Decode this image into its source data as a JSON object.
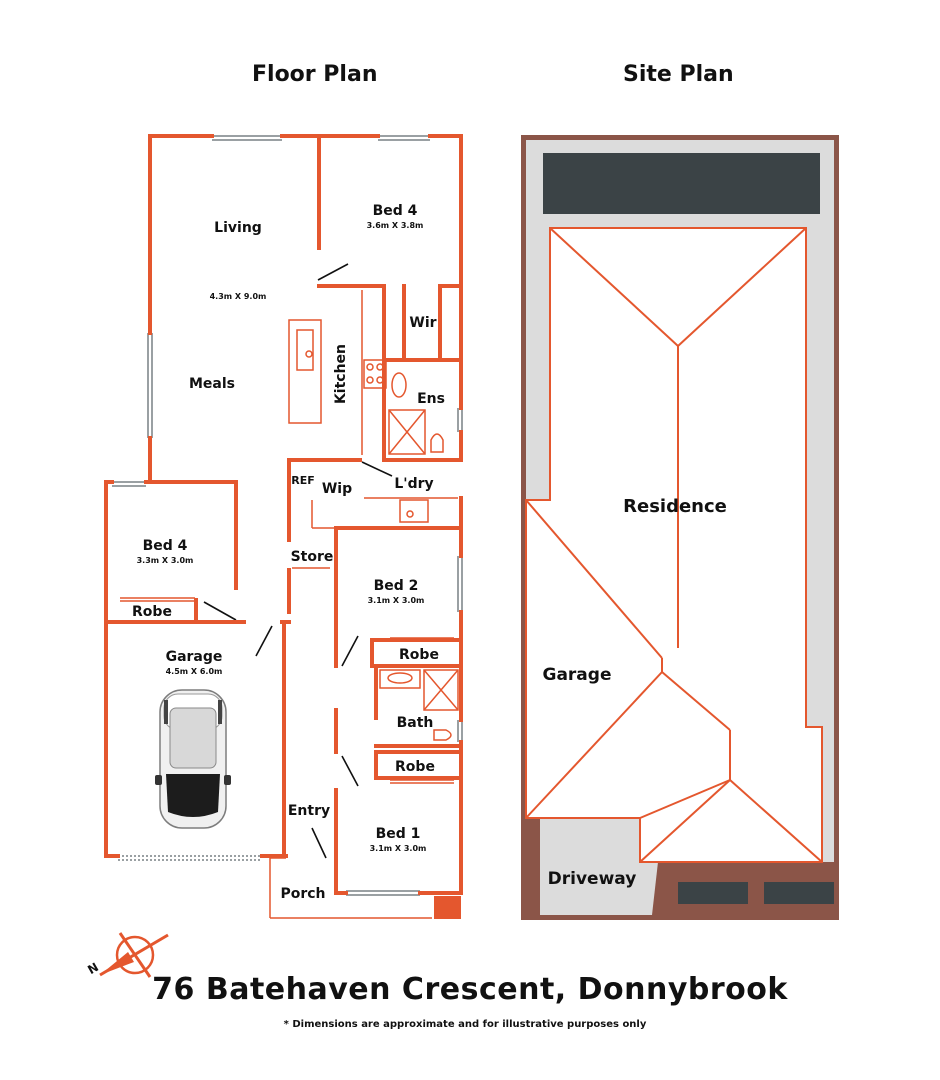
{
  "headings": {
    "floor_plan": "Floor Plan",
    "site_plan": "Site Plan"
  },
  "address": "76 Batehaven Crescent, Donnybrook",
  "disclaimer": "* Dimensions are approximate and for illustrative purposes only",
  "compass": {
    "letter": "N"
  },
  "colors": {
    "wall": "#e4572e",
    "boundary": "#8b5548",
    "roof_panel": "#3b4346",
    "garden": "#dcdcdc",
    "window": "#9aa0a3"
  },
  "floor_plan": {
    "rooms": [
      {
        "name": "Living",
        "dims": ""
      },
      {
        "name": "",
        "dims": "4.3m X 9.0m"
      },
      {
        "name": "Meals",
        "dims": ""
      },
      {
        "name": "Bed 4",
        "dims": "3.6m X 3.8m"
      },
      {
        "name": "Wir",
        "dims": ""
      },
      {
        "name": "Kitchen",
        "dims": ""
      },
      {
        "name": "Ens",
        "dims": ""
      },
      {
        "name": "REF",
        "dims": ""
      },
      {
        "name": "Wip",
        "dims": ""
      },
      {
        "name": "L'dry",
        "dims": ""
      },
      {
        "name": "Bed 4",
        "dims": "3.3m X 3.0m"
      },
      {
        "name": "Robe",
        "dims": ""
      },
      {
        "name": "Store",
        "dims": ""
      },
      {
        "name": "Bed 2",
        "dims": "3.1m X 3.0m"
      },
      {
        "name": "Robe",
        "dims": ""
      },
      {
        "name": "Garage",
        "dims": "4.5m X 6.0m"
      },
      {
        "name": "Bath",
        "dims": ""
      },
      {
        "name": "Robe",
        "dims": ""
      },
      {
        "name": "Entry",
        "dims": ""
      },
      {
        "name": "Bed 1",
        "dims": "3.1m X 3.0m"
      },
      {
        "name": "Porch",
        "dims": ""
      }
    ]
  },
  "site_plan": {
    "labels": {
      "residence": "Residence",
      "garage": "Garage",
      "driveway": "Driveway"
    }
  }
}
